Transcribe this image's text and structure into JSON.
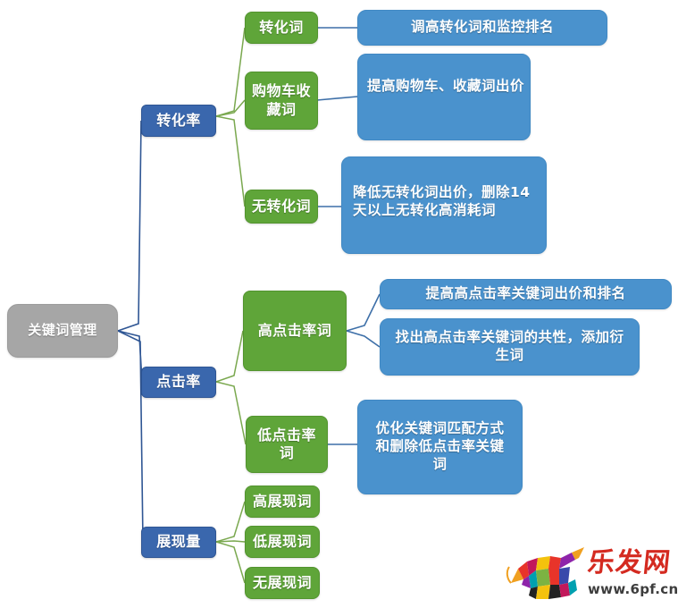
{
  "diagram": {
    "type": "mind-map",
    "root": {
      "label": "关键词管理",
      "color": "#a6a6a6"
    },
    "colors": {
      "root": "#a6a6a6",
      "level1": "#3a67ad",
      "level2": "#5fa539",
      "leaf": "#4a92cd",
      "connector": "#2f5694",
      "connector_green": "#7aa84f"
    },
    "branches": [
      {
        "label": "转化率",
        "children": [
          {
            "label": "转化词",
            "actions": [
              {
                "label": "调高转化词和监控排名"
              }
            ]
          },
          {
            "label": "购物车收藏词",
            "actions": [
              {
                "label": "提高购物车、收藏词出价"
              }
            ]
          },
          {
            "label": "无转化词",
            "actions": [
              {
                "label": "降低无转化词出价，删除14天以上无转化高消耗词"
              }
            ]
          }
        ]
      },
      {
        "label": "点击率",
        "children": [
          {
            "label": "高点击率词",
            "actions": [
              {
                "label": "提高高点击率关键词出价和排名"
              },
              {
                "label": "找出高点击率关键词的共性，添加衍生词"
              }
            ]
          },
          {
            "label": "低点击率词",
            "actions": [
              {
                "label": "优化关键词匹配方式和删除低点击率关键词"
              }
            ]
          }
        ]
      },
      {
        "label": "展现量",
        "children": [
          {
            "label": "高展现词",
            "actions": []
          },
          {
            "label": "低展现词",
            "actions": []
          },
          {
            "label": "无展现词",
            "actions": []
          }
        ]
      }
    ]
  },
  "watermark": {
    "brand": "乐发网",
    "url": "www.6pf.cn",
    "icon": "bull-logo-icon"
  }
}
